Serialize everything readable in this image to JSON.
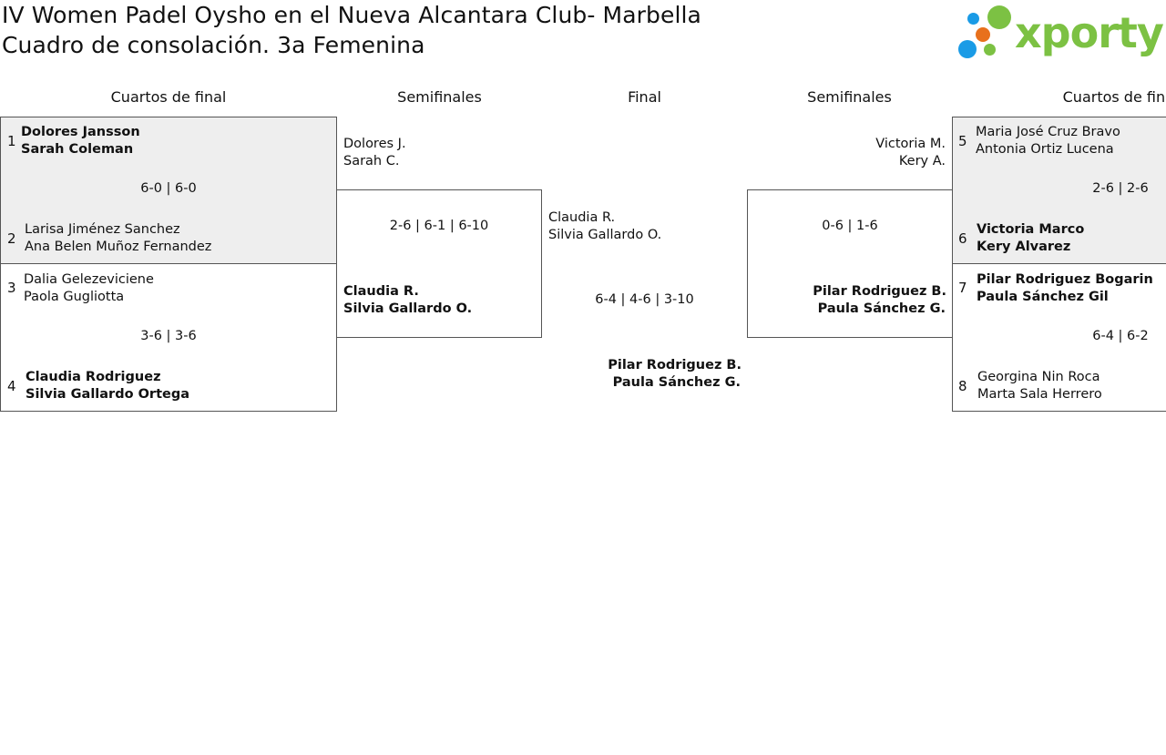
{
  "title_line1": "IV Women Padel Oysho en el Nueva Alcantara Club- Marbella",
  "title_line2": "Cuadro de consolación. 3a Femenina",
  "logo": {
    "text": "xporty",
    "dot_colors": [
      "#1a9be6",
      "#e8701c",
      "#7cc143"
    ]
  },
  "headers": {
    "qf_left": "Cuartos de final",
    "sf_left": "Semifinales",
    "final": "Final",
    "sf_right": "Semifinales",
    "qf_right": "Cuartos de final"
  },
  "qf_left": [
    {
      "top": {
        "seed": "1",
        "player1": "Dolores Jansson",
        "player2": "Sarah Coleman",
        "winner": true
      },
      "bottom": {
        "seed": "2",
        "player1": "Larisa Jiménez Sanchez",
        "player2": "Ana Belen Muñoz Fernandez",
        "winner": false
      },
      "score": "6-0 | 6-0"
    },
    {
      "top": {
        "seed": "3",
        "player1": "Dalia Gelezeviciene",
        "player2": "Paola Gugliotta",
        "winner": false
      },
      "bottom": {
        "seed": "4",
        "player1": "Claudia Rodriguez",
        "player2": "Silvia Gallardo Ortega",
        "winner": true
      },
      "score": "3-6 | 3-6"
    }
  ],
  "sf_left": {
    "top": {
      "player1": "Dolores J.",
      "player2": "Sarah C.",
      "winner": false
    },
    "bottom": {
      "player1": "Claudia R.",
      "player2": "Silvia Gallardo O.",
      "winner": true
    },
    "score": "2-6 | 6-1 | 6-10"
  },
  "final": {
    "top": {
      "player1": "Claudia R.",
      "player2": "Silvia Gallardo O.",
      "winner": false
    },
    "score": "6-4 | 4-6 | 3-10",
    "bottom": {
      "player1": "Pilar Rodriguez B.",
      "player2": "Paula Sánchez G.",
      "winner": true
    }
  },
  "sf_right": {
    "top": {
      "player1": "Victoria M.",
      "player2": "Kery A.",
      "winner": false
    },
    "bottom": {
      "player1": "Pilar Rodriguez B.",
      "player2": "Paula Sánchez G.",
      "winner": true
    },
    "score": "0-6 | 1-6"
  },
  "qf_right": [
    {
      "top": {
        "seed": "5",
        "player1": "Maria José Cruz Bravo",
        "player2": "Antonia Ortiz Lucena",
        "winner": false
      },
      "bottom": {
        "seed": "6",
        "player1": "Victoria Marco",
        "player2": "Kery Alvarez",
        "winner": true
      },
      "score": "2-6 | 2-6"
    },
    {
      "top": {
        "seed": "7",
        "player1": "Pilar Rodriguez Bogarin",
        "player2": "Paula Sánchez Gil",
        "winner": true
      },
      "bottom": {
        "seed": "8",
        "player1": "Georgina Nin Roca",
        "player2": "Marta Sala Herrero",
        "winner": false
      },
      "score": "6-4 | 6-2"
    }
  ]
}
